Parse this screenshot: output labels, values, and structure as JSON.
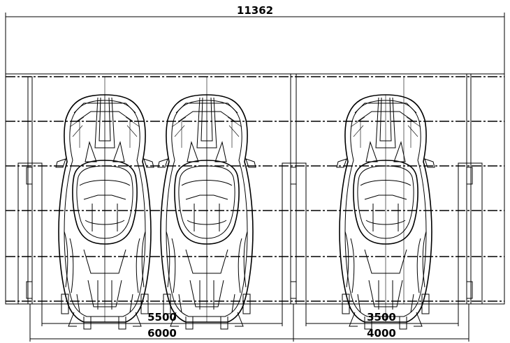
{
  "dimensions": {
    "overall": "11362",
    "inner_left": "5500",
    "outer_left": "6000",
    "inner_right": "3500",
    "outer_right": "4000"
  },
  "cars": [
    {
      "id": "car-1"
    },
    {
      "id": "car-2"
    },
    {
      "id": "car-3"
    }
  ]
}
